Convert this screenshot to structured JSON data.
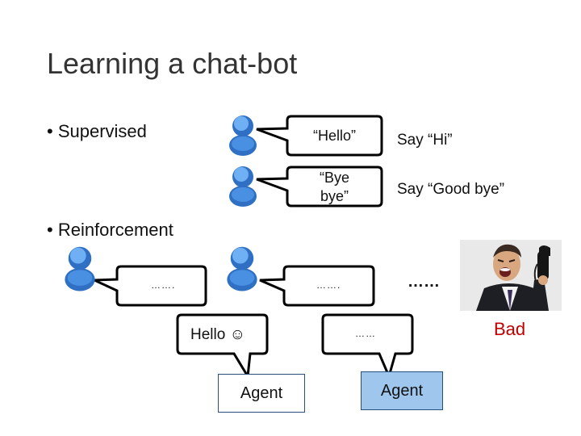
{
  "slide": {
    "title": "Learning a chat-bot",
    "bullets": {
      "supervised": "• Supervised",
      "reinforcement": "• Reinforcement"
    }
  },
  "supervised": {
    "examples": [
      {
        "input": "“Hello”",
        "target": "Say “Hi”"
      },
      {
        "input_line1": "“Bye",
        "input_line2": "bye”",
        "target": "Say “Good bye”"
      }
    ]
  },
  "reinforcement": {
    "dialog_dots_1": "…….",
    "dialog_dots_2": "…….",
    "agent_reply_1": "Hello ☺",
    "agent_reply_2": "……",
    "agent_label_1": "Agent",
    "agent_label_2": "Agent",
    "ellipsis": "……",
    "feedback": "Bad"
  },
  "icons": {
    "person": "person-icon",
    "photo": "angry-man-on-phone-photo"
  },
  "colors": {
    "agent_highlight": "#9fc7ee",
    "bad": "#c00000",
    "person": "#3a7fd4"
  }
}
